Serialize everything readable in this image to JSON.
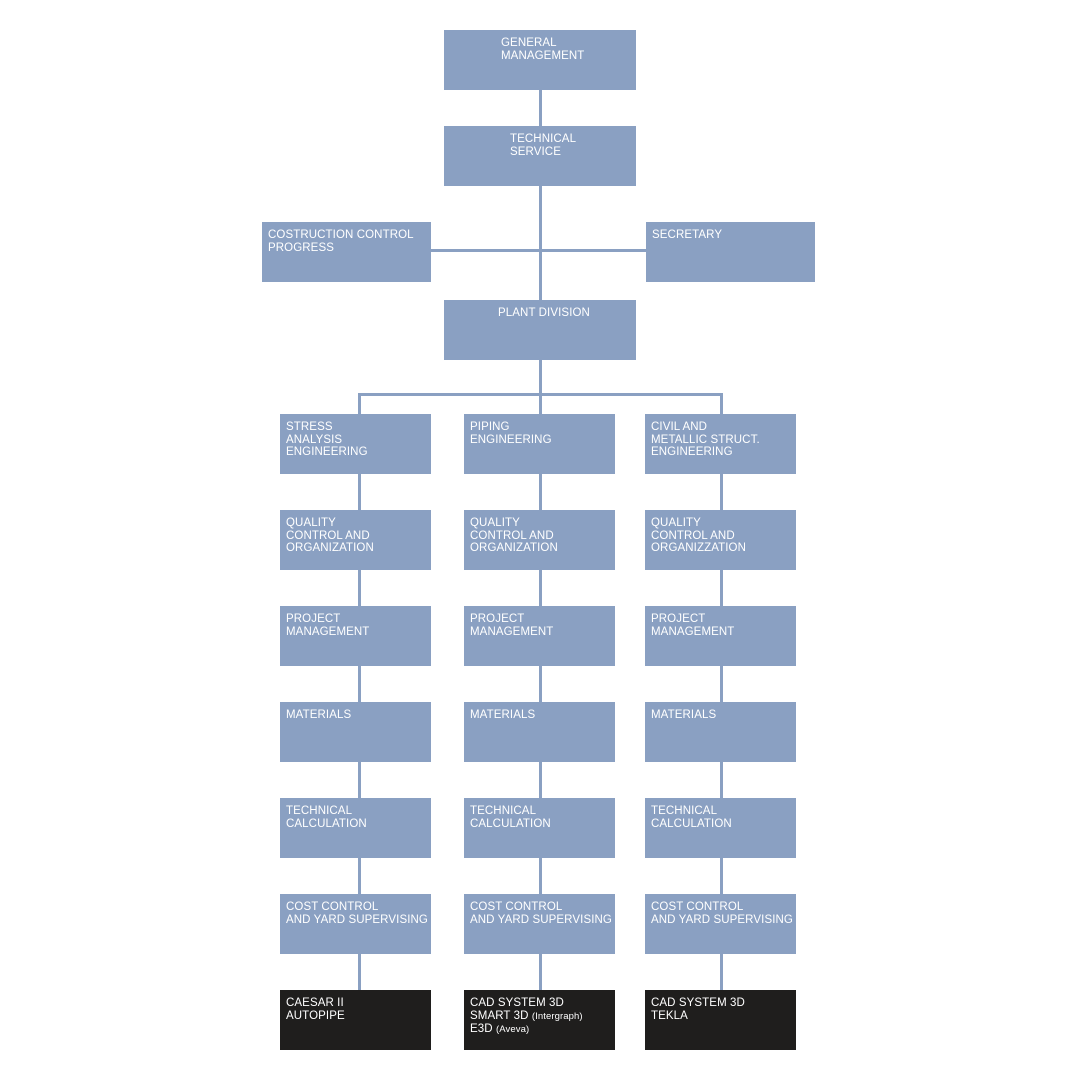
{
  "chart": {
    "general_management": [
      "GENERAL",
      "MANAGEMENT"
    ],
    "technical_service": [
      "TECHNICAL",
      "SERVICE"
    ],
    "construction_control": [
      "COSTRUCTION CONTROL",
      "PROGRESS"
    ],
    "secretary": [
      "SECRETARY"
    ],
    "plant_division": [
      "PLANT DIVISION"
    ],
    "columns": [
      {
        "head": [
          "STRESS",
          "ANALYSIS",
          "ENGINEERING"
        ],
        "quality": [
          "QUALITY",
          "CONTROL AND",
          "ORGANIZATION"
        ],
        "project": [
          "PROJECT",
          "MANAGEMENT"
        ],
        "materials": [
          "MATERIALS"
        ],
        "calc": [
          "TECHNICAL",
          "CALCULATION"
        ],
        "cost": [
          "COST CONTROL",
          "AND YARD SUPERVISING"
        ],
        "software": {
          "line1": "CAESAR II",
          "line2": "AUTOPIPE",
          "line2_note": "",
          "line3": "",
          "line3_note": ""
        }
      },
      {
        "head": [
          "PIPING",
          "ENGINEERING"
        ],
        "quality": [
          "QUALITY",
          "CONTROL AND",
          "ORGANIZATION"
        ],
        "project": [
          "PROJECT",
          "MANAGEMENT"
        ],
        "materials": [
          "MATERIALS"
        ],
        "calc": [
          "TECHNICAL",
          "CALCULATION"
        ],
        "cost": [
          "COST CONTROL",
          "AND YARD SUPERVISING"
        ],
        "software": {
          "line1": "CAD SYSTEM 3D",
          "line2": "SMART 3D",
          "line2_note": "(Intergraph)",
          "line3": "E3D",
          "line3_note": "(Aveva)"
        }
      },
      {
        "head": [
          "CIVIL AND",
          "METALLIC STRUCT.",
          "ENGINEERING"
        ],
        "quality": [
          "QUALITY",
          "CONTROL AND",
          "ORGANIZZATION"
        ],
        "project": [
          "PROJECT",
          "MANAGEMENT"
        ],
        "materials": [
          "MATERIALS"
        ],
        "calc": [
          "TECHNICAL",
          "CALCULATION"
        ],
        "cost": [
          "COST CONTROL",
          "AND YARD SUPERVISING"
        ],
        "software": {
          "line1": "CAD SYSTEM 3D",
          "line2": "TEKLA",
          "line2_note": "",
          "line3": "",
          "line3_note": ""
        }
      }
    ],
    "colors": {
      "box": "#8aa0c2",
      "software_box": "#1f1e1d",
      "text": "#ffffff"
    }
  }
}
